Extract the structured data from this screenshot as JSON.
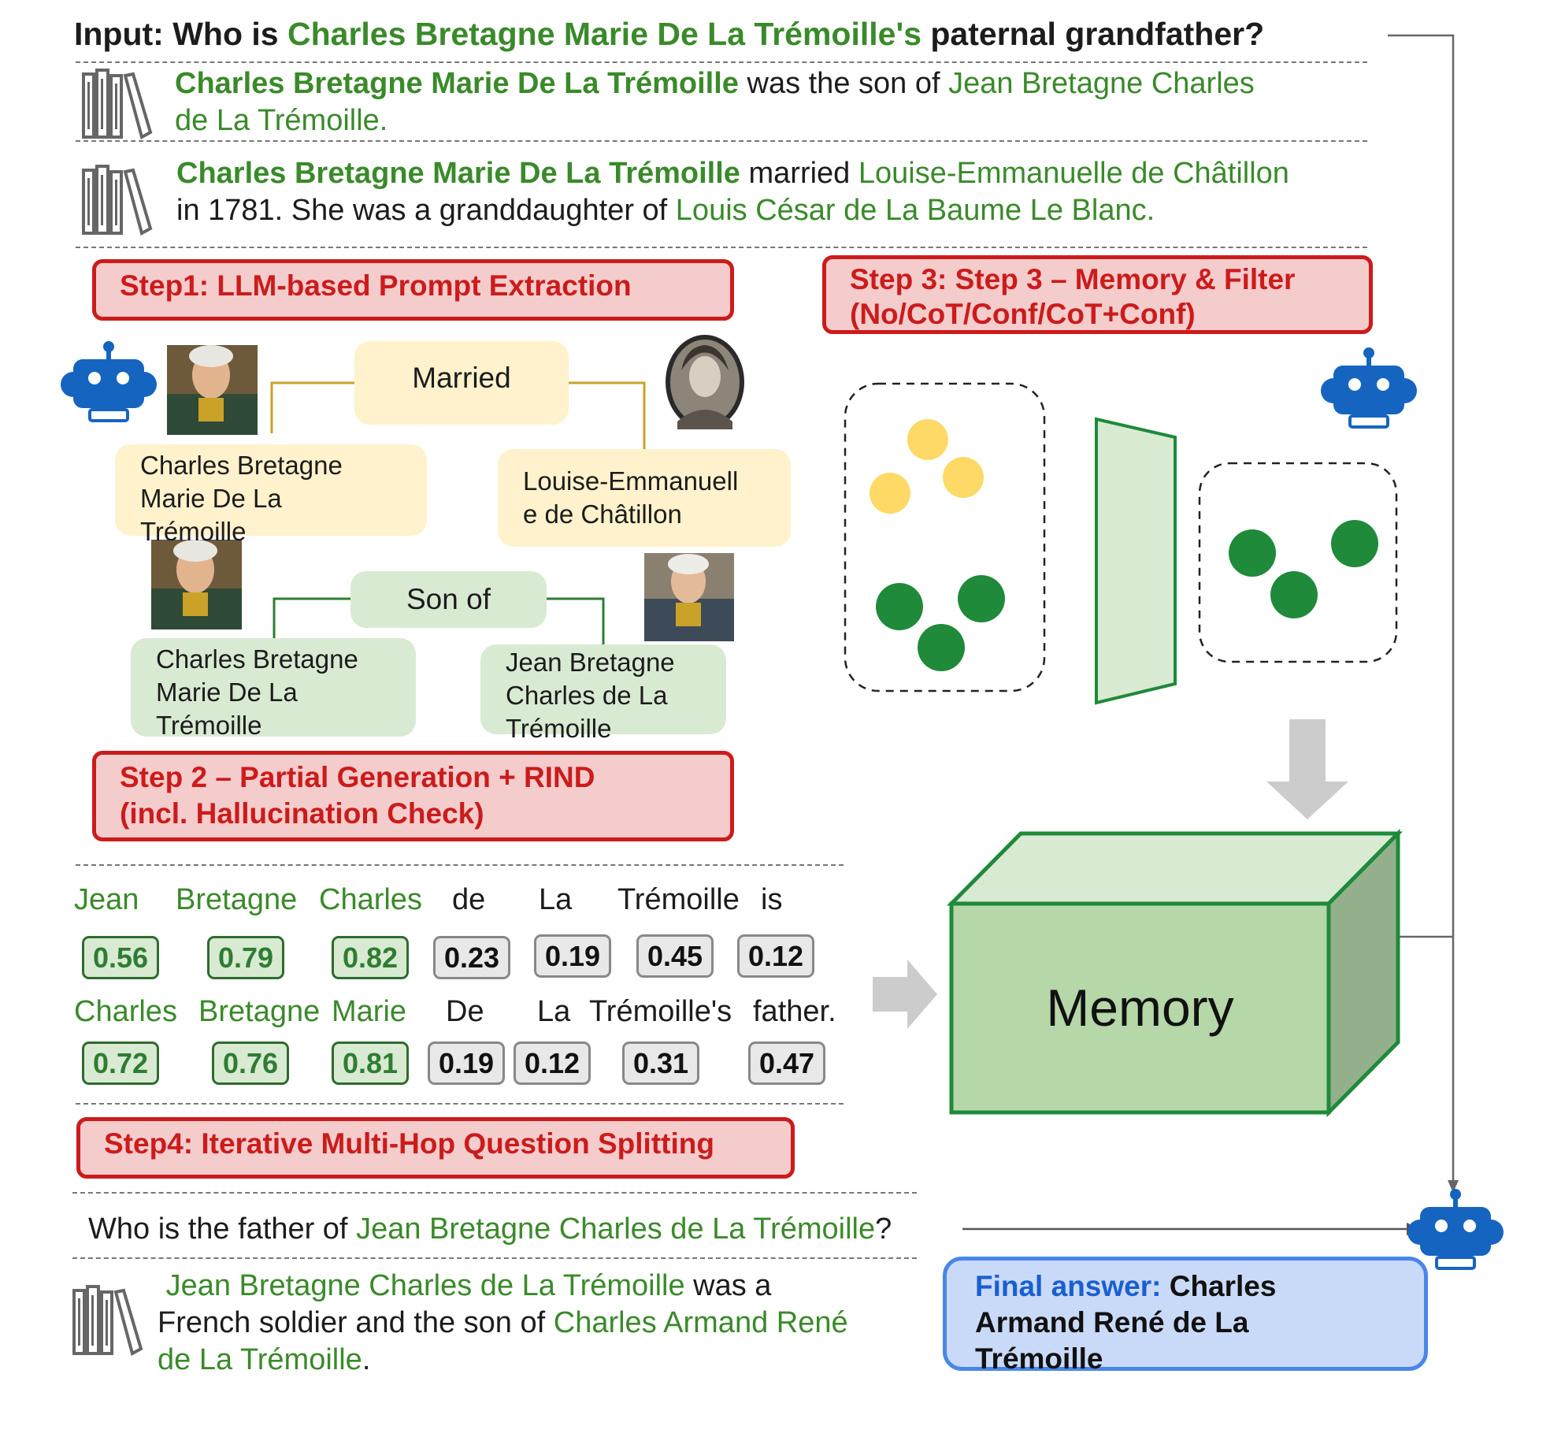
{
  "input": {
    "prefix": "Input: Who is ",
    "entity": "Charles Bretagne Marie De La Trémoille's",
    "suffix": " paternal grandfather?"
  },
  "doc1": {
    "line1_entity": "Charles Bretagne Marie De La Trémoille",
    "line1_mid": " was the son of ",
    "line1_end": "Jean Bretagne Charles",
    "line2": "de La Trémoille."
  },
  "doc2": {
    "line1_entity": "Charles Bretagne Marie De La Trémoille",
    "line1_mid": " married ",
    "line1_end": "Louise-Emmanuelle de Châtillon",
    "line2_start": "in 1781. She was a granddaughter of ",
    "line2_end": "Louis César de La Baume Le Blanc."
  },
  "steps": {
    "step1": "Step1: LLM-based Prompt Extraction",
    "step2_line1": "Step 2 – Partial Generation + RIND",
    "step2_line2": "(incl. Hallucination Check)",
    "step3_line1": "Step 3: Step 3 – Memory & Filter",
    "step3_line2": "(No/CoT/Conf/CoT+Conf)",
    "step4": "Step4: Iterative Multi-Hop Question Splitting"
  },
  "graph": {
    "relation1": "Married",
    "node1_lines": [
      "Charles Bretagne",
      "Marie De La",
      "Trémoille"
    ],
    "node2_lines": [
      "Louise-Emmanuell",
      "e de Châtillon"
    ],
    "relation2": "Son of",
    "node3_lines": [
      "Charles Bretagne",
      "Marie De La",
      "Trémoille"
    ],
    "node4_lines": [
      "Jean Bretagne",
      "Charles de La",
      "Trémoille"
    ]
  },
  "tokens_row1": [
    {
      "text": "Jean",
      "score": "0.56",
      "high": true
    },
    {
      "text": "Bretagne",
      "score": "0.79",
      "high": true
    },
    {
      "text": "Charles",
      "score": "0.82",
      "high": true
    },
    {
      "text": "de",
      "score": "0.23",
      "high": false
    },
    {
      "text": "La",
      "score": "0.19",
      "high": false
    },
    {
      "text": "Trémoille",
      "score": "0.45",
      "high": false
    },
    {
      "text": "is",
      "score": "0.12",
      "high": false
    }
  ],
  "tokens_row2": [
    {
      "text": "Charles",
      "score": "0.72",
      "high": true
    },
    {
      "text": "Bretagne",
      "score": "0.76",
      "high": true
    },
    {
      "text": "Marie",
      "score": "0.81",
      "high": true
    },
    {
      "text": "De",
      "score": "0.19",
      "high": false
    },
    {
      "text": "La",
      "score": "0.12",
      "high": false
    },
    {
      "text": "Trémoille's",
      "score": "0.31",
      "high": false
    },
    {
      "text": "father.",
      "score": "0.47",
      "high": false
    }
  ],
  "memory_label": "Memory",
  "sub_question": {
    "prefix": "Who is the father of ",
    "entity": "Jean Bretagne Charles de La Trémoille",
    "suffix": "?"
  },
  "doc3": {
    "line1_entity": "Jean Bretagne Charles de La Trémoille",
    "line1_end": " was a",
    "line2_start": "French soldier and the son of ",
    "line2_entity": "Charles Armand René",
    "line3_entity": "de La Trémoille",
    "line3_end": "."
  },
  "final_answer": {
    "label": "Final answer:",
    "line1": " Charles",
    "line2": "Armand René de La",
    "line3": "Trémoille"
  },
  "colors": {
    "entity_green": "#3a8a2a",
    "step_red": "#cc1b1b",
    "step_fill": "#f4cccc",
    "robot_blue": "#1565c0",
    "memory_fill": "#b6d7a8",
    "memory_edge": "#1e8a3a",
    "dot_yellow": "#ffd966",
    "dot_green": "#1e8a3a",
    "final_fill": "#c9daf8",
    "final_edge": "#4a86e8"
  }
}
